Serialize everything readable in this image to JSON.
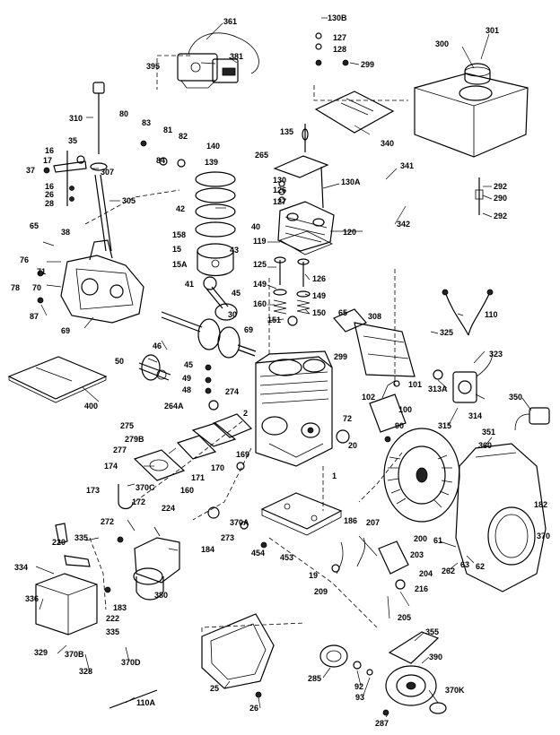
{
  "diagram": {
    "callouts": [
      "361",
      "395",
      "381",
      "130B",
      "127",
      "128",
      "299",
      "300",
      "301",
      "310",
      "80",
      "83",
      "81",
      "82",
      "140",
      "84",
      "139",
      "135",
      "265",
      "340",
      "16",
      "35",
      "17",
      "37",
      "307",
      "130",
      "126",
      "127",
      "130A",
      "341",
      "16",
      "26",
      "28",
      "305",
      "42",
      "292",
      "290",
      "292",
      "342",
      "40",
      "119",
      "120",
      "65",
      "38",
      "158",
      "15",
      "15A",
      "43",
      "76",
      "71",
      "78",
      "70",
      "41",
      "125",
      "126",
      "149",
      "149",
      "87",
      "45",
      "160",
      "150",
      "65",
      "308",
      "110",
      "69",
      "30",
      "69",
      "151",
      "325",
      "46",
      "299",
      "323",
      "50",
      "45",
      "313A",
      "400",
      "49",
      "48",
      "274",
      "102",
      "101",
      "264A",
      "2",
      "314",
      "100",
      "350",
      "275",
      "279B",
      "169",
      "72",
      "315",
      "351",
      "360",
      "277",
      "170",
      "171",
      "20",
      "90",
      "174",
      "1",
      "173",
      "172",
      "160",
      "370C",
      "182",
      "272",
      "224",
      "370A",
      "370",
      "220",
      "335",
      "184",
      "273",
      "186",
      "207",
      "200",
      "61",
      "262",
      "63",
      "62",
      "334",
      "454",
      "453",
      "203",
      "19",
      "204",
      "216",
      "336",
      "209",
      "222",
      "183",
      "380",
      "205",
      "335",
      "329",
      "370B",
      "328",
      "370D",
      "355",
      "285",
      "390",
      "25",
      "92",
      "93",
      "370K",
      "110A",
      "26",
      "287"
    ]
  }
}
